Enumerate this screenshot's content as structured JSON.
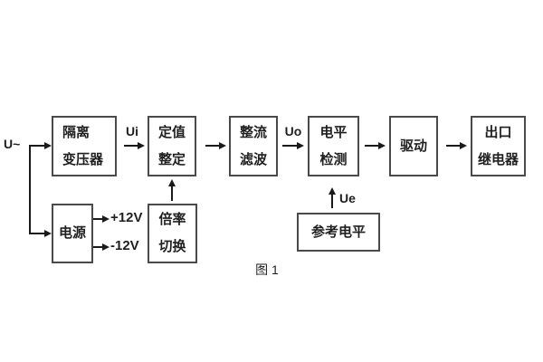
{
  "diagram": {
    "caption": "图 1",
    "signal_labels": {
      "input": "U~",
      "ui": "Ui",
      "uo": "Uo",
      "ue": "Ue",
      "rail_pos": "+12V",
      "rail_neg": "-12V"
    },
    "blocks": {
      "isolation_transformer": {
        "line1": "隔离",
        "line2": "变压器"
      },
      "setpoint_setting": {
        "line1": "定值",
        "line2": "整定"
      },
      "rectifier_filter": {
        "line1": "整流",
        "line2": "滤波"
      },
      "level_detection": {
        "line1": "电平",
        "line2": "检测"
      },
      "drive": {
        "label": "驱动"
      },
      "output_relay": {
        "line1": "出口",
        "line2": "继电器"
      },
      "power_supply": {
        "label": "电源"
      },
      "ratio_switching": {
        "line1": "倍率",
        "line2": "切换"
      },
      "reference_level": {
        "label": "参考电平"
      }
    },
    "colors": {
      "background": "#ffffff",
      "box_border": "#4a4a4a",
      "text": "#1f1f1f",
      "arrow": "#1a1a1a"
    }
  }
}
